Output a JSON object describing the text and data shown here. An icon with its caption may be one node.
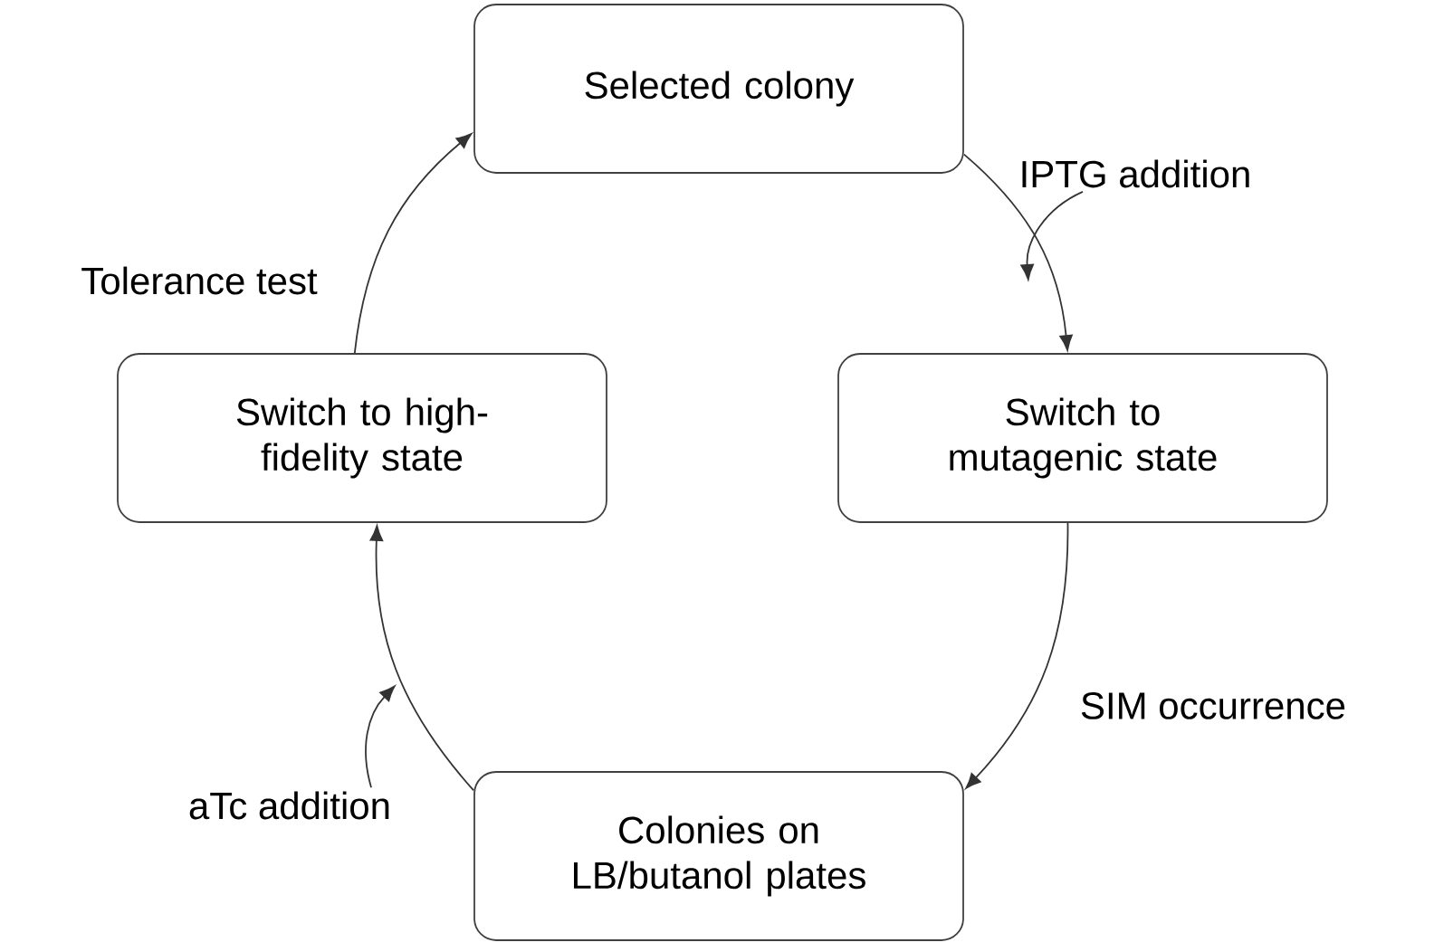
{
  "diagram": {
    "nodes": [
      {
        "text": [
          "Selected colony"
        ]
      },
      {
        "text": [
          "Switch to mutagenic state"
        ]
      },
      {
        "text": [
          "Colonies on LB/butanol plates"
        ]
      },
      {
        "text": [
          "Switch to high-fidelity state"
        ]
      },
      {
        "text": [
          "IPTG addition"
        ]
      },
      {
        "text": [
          "aTc addition"
        ]
      }
    ],
    "edges": [
      {
        "from": 0,
        "to": 1,
        "arrow": "to"
      },
      {
        "from": 1,
        "to": 2,
        "arrow": "to",
        "label": "SIM occurrence"
      },
      {
        "from": 2,
        "to": 3,
        "arrow": "to"
      },
      {
        "from": 3,
        "to": 0,
        "arrow": "to",
        "label": "Tolerance test"
      },
      {
        "from": 4,
        "to": null,
        "arrow": "to"
      },
      {
        "from": 5,
        "to": null,
        "arrow": "to"
      }
    ]
  }
}
